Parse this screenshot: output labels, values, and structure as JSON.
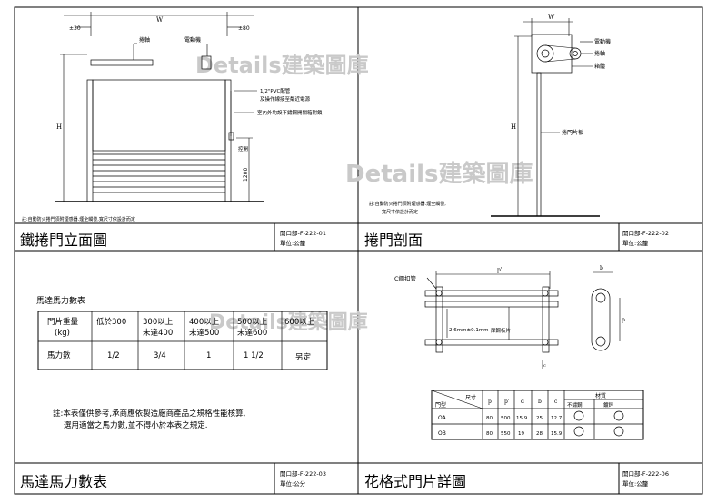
{
  "watermark": "Details建築圖庫",
  "panels": {
    "elevation": {
      "title": "鐵捲門立面圖",
      "code": "開口部-F-222-01",
      "unit": "單位:公釐",
      "labels": {
        "W": "W",
        "H": "H",
        "left_gap": "±30",
        "right_gap": "±80",
        "roller": "捲軸",
        "motor": "電動機",
        "pvc1": "1/2\"PVC配管",
        "pvc2": "及操作線接至鄰近電源",
        "switch": "室內外均設不鏽鋼開關箱附鎖",
        "switch_tag": "控開",
        "dim_1200": "1200"
      },
      "note": "註:自動防火捲門須附煙感器.煙全觸發,寬尺寸依設計而定"
    },
    "section": {
      "title": "捲門剖面",
      "code": "開口部-F-222-02",
      "unit": "單位:公釐",
      "labels": {
        "W": "W",
        "H": "H",
        "motor": "電動機",
        "roller": "捲軸",
        "box": "箱體",
        "slat": "捲門片板"
      },
      "note1": "註:自動防火捲門須附煙感器.煙全觸發,",
      "note2": "寬尺寸依設計而定"
    },
    "motor_table": {
      "title": "馬達馬力數表",
      "code": "開口部-F-222-03",
      "unit": "單位:公分",
      "table_title": "馬達馬力數表",
      "header": [
        [
          "門片重量",
          "(kg)"
        ],
        [
          "低於300"
        ],
        [
          "300以上",
          "未達400"
        ],
        [
          "400以上",
          "未達500"
        ],
        [
          "500以上",
          "未達600"
        ],
        [
          "600以上"
        ]
      ],
      "row": [
        "馬力數",
        "1/2",
        "3/4",
        "1",
        "1 1/2",
        "另定"
      ],
      "note1": "註:本表僅供參考,承商應依製造廠商產品之規格性能核算,",
      "note2": "選用適當之馬力數,並不得小於本表之規定."
    },
    "slat_detail": {
      "title": "花格式門片詳圖",
      "code": "開口部-F-222-06",
      "unit": "單位:公釐",
      "labels": {
        "c_ring": "C鋼扣管",
        "p_prime": "p'",
        "gap": "2.6mm±0.1mm",
        "plate": "厚鋼板片",
        "c": "c",
        "b": "b",
        "p": "p"
      },
      "table": {
        "dim_header": "尺寸",
        "row_header": "門型",
        "cols": [
          "p",
          "p'",
          "d",
          "b",
          "c"
        ],
        "material_header": "材質",
        "materials": [
          "不鏽鋼",
          "鍍鋅"
        ],
        "rows": [
          {
            "type": "OA",
            "values": [
              "80",
              "500",
              "15.9",
              "25",
              "12.7"
            ]
          },
          {
            "type": "OB",
            "values": [
              "80",
              "550",
              "19",
              "28",
              "15.9"
            ]
          }
        ]
      }
    }
  }
}
